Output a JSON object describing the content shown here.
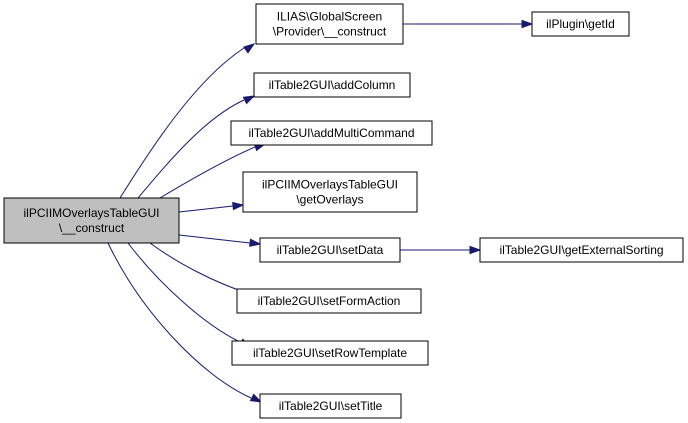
{
  "graph": {
    "colors": {
      "root_fill": "#bfbfbf",
      "node_fill": "#ffffff",
      "edge": "#191970"
    },
    "nodes": [
      {
        "id": "root",
        "lines": [
          "ilPCIIMOverlaysTableGUI",
          "\\__construct"
        ],
        "root": true
      },
      {
        "id": "provider_construct",
        "lines": [
          "ILIAS\\GlobalScreen",
          "\\Provider\\__construct"
        ]
      },
      {
        "id": "plugin_getid",
        "lines": [
          "ilPlugin\\getId"
        ]
      },
      {
        "id": "add_column",
        "lines": [
          "ilTable2GUI\\addColumn"
        ]
      },
      {
        "id": "add_multi_command",
        "lines": [
          "ilTable2GUI\\addMultiCommand"
        ]
      },
      {
        "id": "get_overlays",
        "lines": [
          "ilPCIIMOverlaysTableGUI",
          "\\getOverlays"
        ]
      },
      {
        "id": "set_data",
        "lines": [
          "ilTable2GUI\\setData"
        ]
      },
      {
        "id": "get_external_sorting",
        "lines": [
          "ilTable2GUI\\getExternalSorting"
        ]
      },
      {
        "id": "set_form_action",
        "lines": [
          "ilTable2GUI\\setFormAction"
        ]
      },
      {
        "id": "set_row_template",
        "lines": [
          "ilTable2GUI\\setRowTemplate"
        ]
      },
      {
        "id": "set_title",
        "lines": [
          "ilTable2GUI\\setTitle"
        ]
      }
    ],
    "edges": [
      {
        "from": "root",
        "to": "provider_construct"
      },
      {
        "from": "root",
        "to": "add_column"
      },
      {
        "from": "root",
        "to": "add_multi_command"
      },
      {
        "from": "root",
        "to": "get_overlays"
      },
      {
        "from": "root",
        "to": "set_data"
      },
      {
        "from": "root",
        "to": "set_form_action"
      },
      {
        "from": "root",
        "to": "set_row_template"
      },
      {
        "from": "root",
        "to": "set_title"
      },
      {
        "from": "provider_construct",
        "to": "plugin_getid"
      },
      {
        "from": "set_data",
        "to": "get_external_sorting"
      }
    ]
  }
}
